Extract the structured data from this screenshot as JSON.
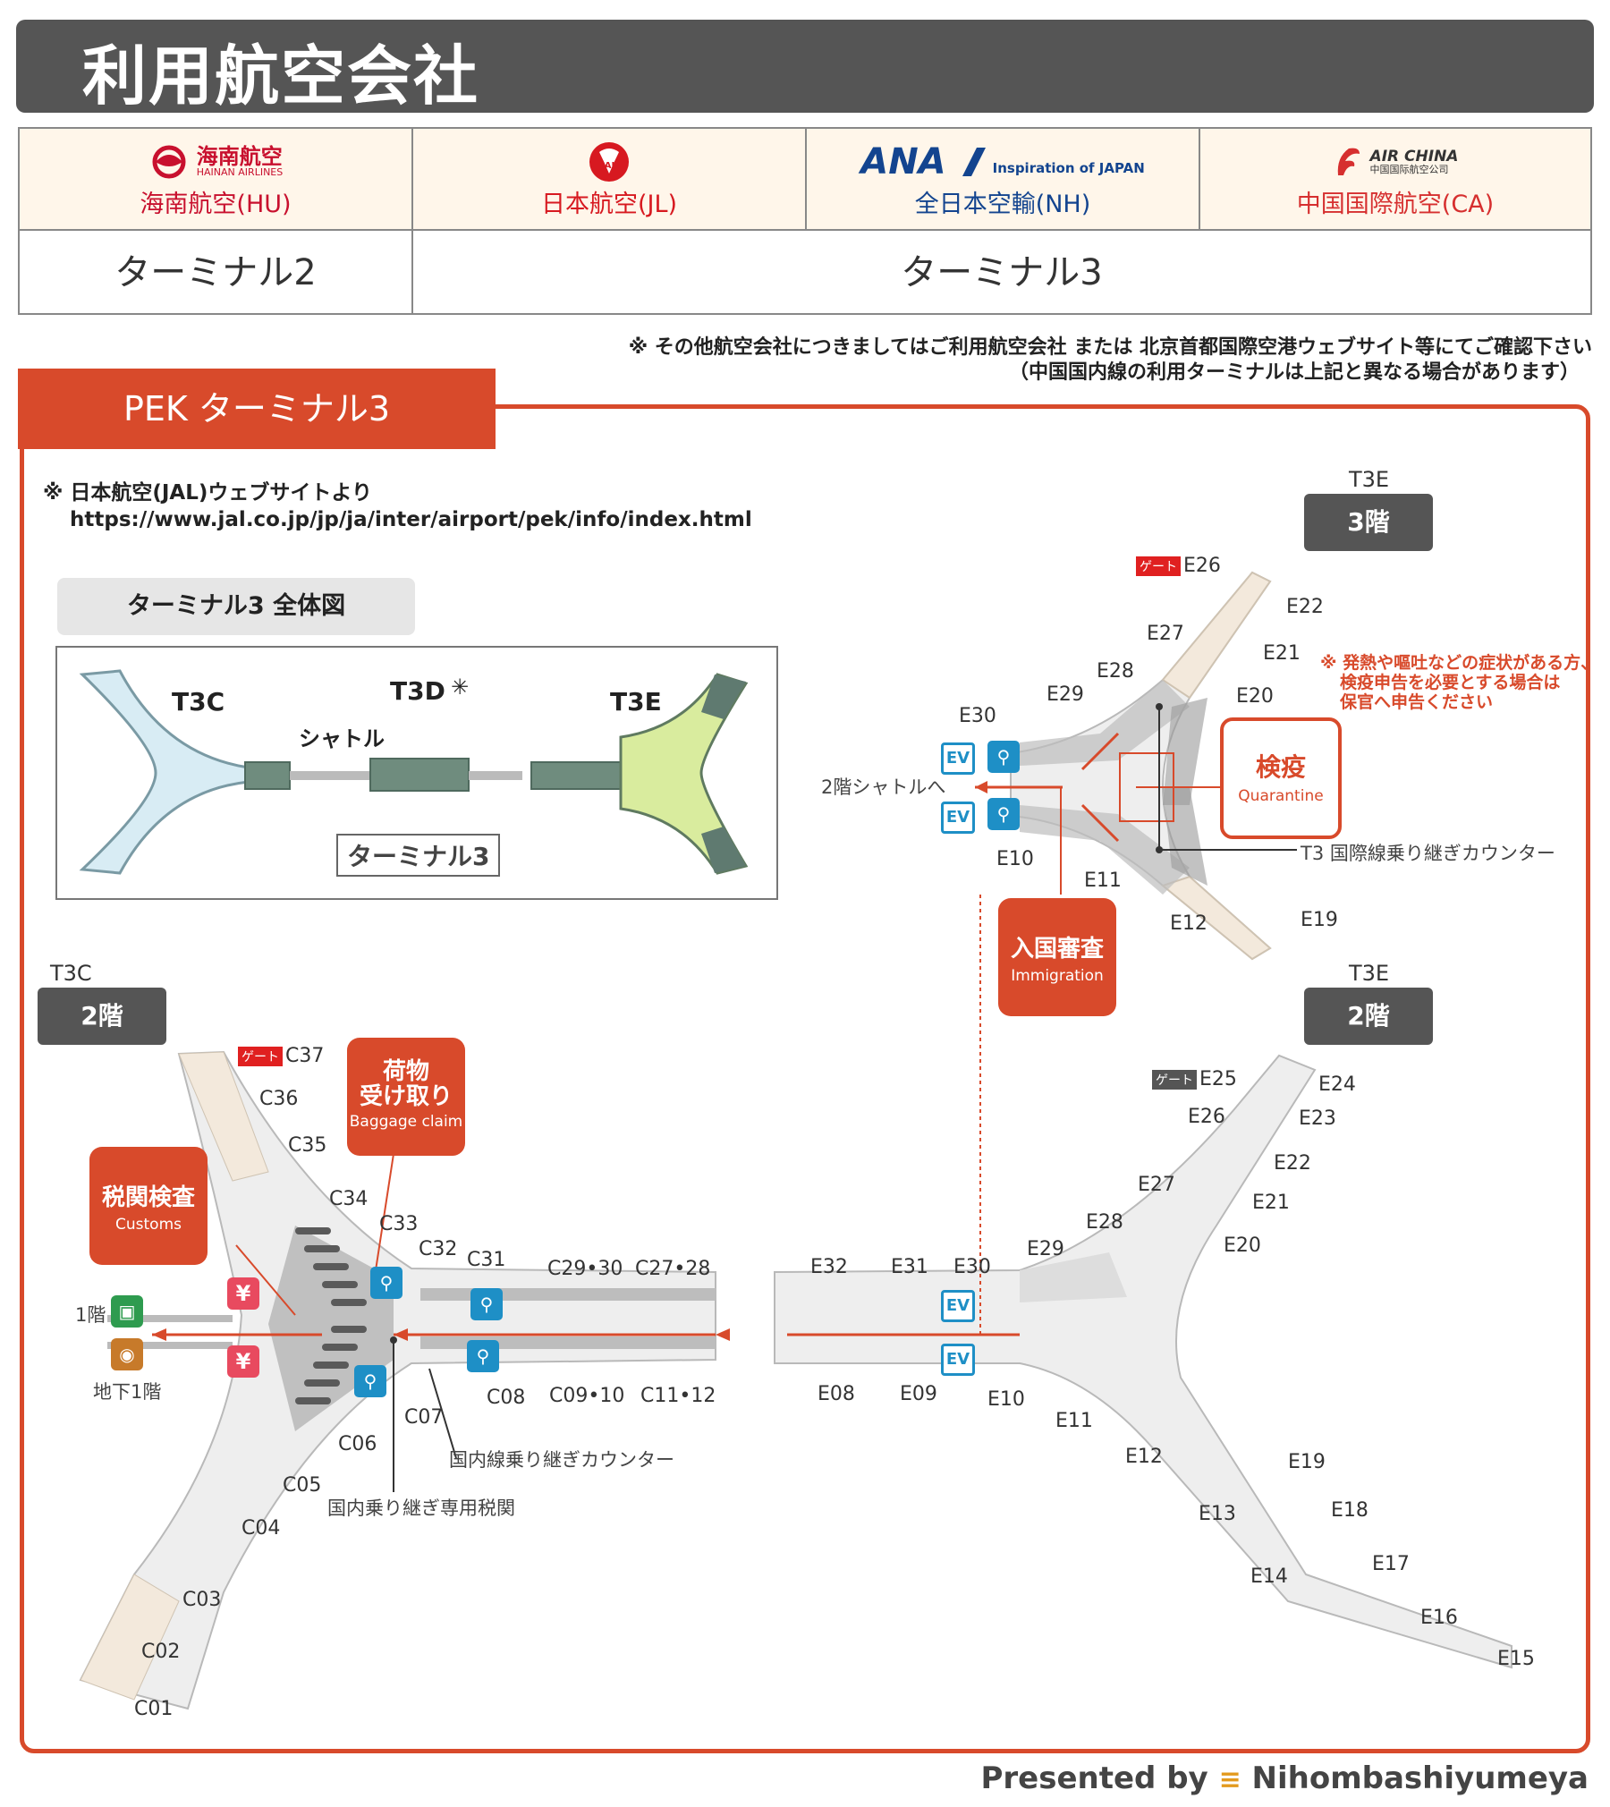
{
  "header": {
    "title": "利用航空会社"
  },
  "airlines": [
    {
      "logo_text": "海南航空",
      "logo_sub": "HAINAN AIRLINES",
      "name": "海南航空(HU)",
      "color": "#c8102e"
    },
    {
      "logo_text": "JAL",
      "name": "日本航空(JL)",
      "color": "#d71920"
    },
    {
      "logo_text": "ANA",
      "logo_sub": "Inspiration of JAPAN",
      "name": "全日本空輸(NH)",
      "color": "#13448f"
    },
    {
      "logo_text": "AIR CHINA",
      "logo_sub": "中国国际航空公司",
      "name": "中国国際航空(CA)",
      "color": "#d62f2f"
    }
  ],
  "terminals": {
    "t2": "ターミナル2",
    "t3": "ターミナル3"
  },
  "notes": {
    "line1": "※ その他航空会社につきましてはご利用航空会社 または 北京首都国際空港ウェブサイト等にてご確認下さい",
    "line2": "（中国国内線の利用ターミナルは上記と異なる場合があります）"
  },
  "section": {
    "tab": "PEK ターミナル3"
  },
  "jal_note": {
    "line1": "※ 日本航空(JAL)ウェブサイトより",
    "url": "https://www.jal.co.jp/jp/ja/inter/airport/pek/info/index.html"
  },
  "overview": {
    "label": "ターミナル3 全体図",
    "t3c": "T3C",
    "t3d": "T3D",
    "t3e": "T3E",
    "shuttle": "シャトル",
    "name": "ターミナル3"
  },
  "floors": {
    "t3e_3f_area": "T3E",
    "t3e_3f": "3階",
    "t3c_2f_area": "T3C",
    "t3c_2f": "2階",
    "t3e_2f_area": "T3E",
    "t3e_2f": "2階"
  },
  "callouts": {
    "quarantine_jp": "検疫",
    "quarantine_en": "Quarantine",
    "immigration_jp": "入国審査",
    "immigration_en": "Immigration",
    "baggage_jp1": "荷物",
    "baggage_jp2": "受け取り",
    "baggage_en": "Baggage claim",
    "customs_jp": "税関検査",
    "customs_en": "Customs"
  },
  "warning": {
    "line1": "※ 発熱や嘔吐などの症状がある方、",
    "line2": "検疫申告を必要とする場合は",
    "line3": "保官へ申告ください"
  },
  "labels": {
    "shuttle_to": "2階シャトルへ",
    "t3_transfer": "T3 国際線乗り継ぎカウンター",
    "domestic_transfer": "国内線乗り継ぎカウンター",
    "domestic_customs": "国内乗り継ぎ専用税関",
    "floor_1f": "1階",
    "floor_b1": "地下1階",
    "gate_badge": "ゲート",
    "ev": "EV",
    "yen": "¥"
  },
  "gates_3f": {
    "e26": "E26",
    "e22": "E22",
    "e27": "E27",
    "e21": "E21",
    "e28": "E28",
    "e20": "E20",
    "e29": "E29",
    "e30": "E30",
    "e10": "E10",
    "e11": "E11",
    "e12": "E12",
    "e19": "E19"
  },
  "gates_t3c": {
    "c37": "C37",
    "c36": "C36",
    "c35": "C35",
    "c34": "C34",
    "c33": "C33",
    "c32": "C32",
    "c31": "C31",
    "c29_30": "C29•30",
    "c27_28": "C27•28",
    "c08": "C08",
    "c09_10": "C09•10",
    "c11_12": "C11•12",
    "c07": "C07",
    "c06": "C06",
    "c05": "C05",
    "c04": "C04",
    "c03": "C03",
    "c02": "C02",
    "c01": "C01"
  },
  "gates_t3e_2f": {
    "e25": "E25",
    "e24": "E24",
    "e26": "E26",
    "e23": "E23",
    "e22": "E22",
    "e27": "E27",
    "e21": "E21",
    "e28": "E28",
    "e20": "E20",
    "e29": "E29",
    "e32": "E32",
    "e31": "E31",
    "e30": "E30",
    "e08": "E08",
    "e09": "E09",
    "e10": "E10",
    "e11": "E11",
    "e12": "E12",
    "e19": "E19",
    "e13": "E13",
    "e18": "E18",
    "e14": "E14",
    "e17": "E17",
    "e16": "E16",
    "e15": "E15"
  },
  "footer": {
    "presented": "Presented by",
    "brand": "Nihombashiyumeya"
  }
}
